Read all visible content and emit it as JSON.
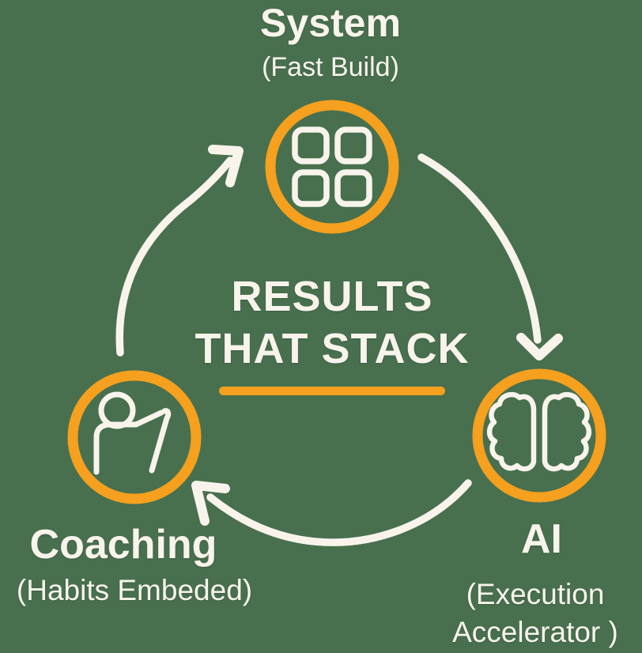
{
  "center": {
    "title_line1": "RESULTS",
    "title_line2": "THAT STACK"
  },
  "nodes": {
    "system": {
      "label": "System",
      "sublabel": "(Fast Build)",
      "icon": "grid-icon"
    },
    "ai": {
      "label": "AI",
      "sublabel": "(Execution Accelerator )",
      "icon": "brain-icon"
    },
    "coaching": {
      "label": "Coaching",
      "sublabel": "(Habits Embeded)",
      "icon": "person-icon"
    }
  },
  "flow": [
    "coaching-to-system-arrow",
    "system-to-ai-arrow",
    "ai-to-coaching-arrow"
  ],
  "colors": {
    "background": "#48704F",
    "accent": "#F5A01E",
    "text": "#F8F4EC"
  }
}
